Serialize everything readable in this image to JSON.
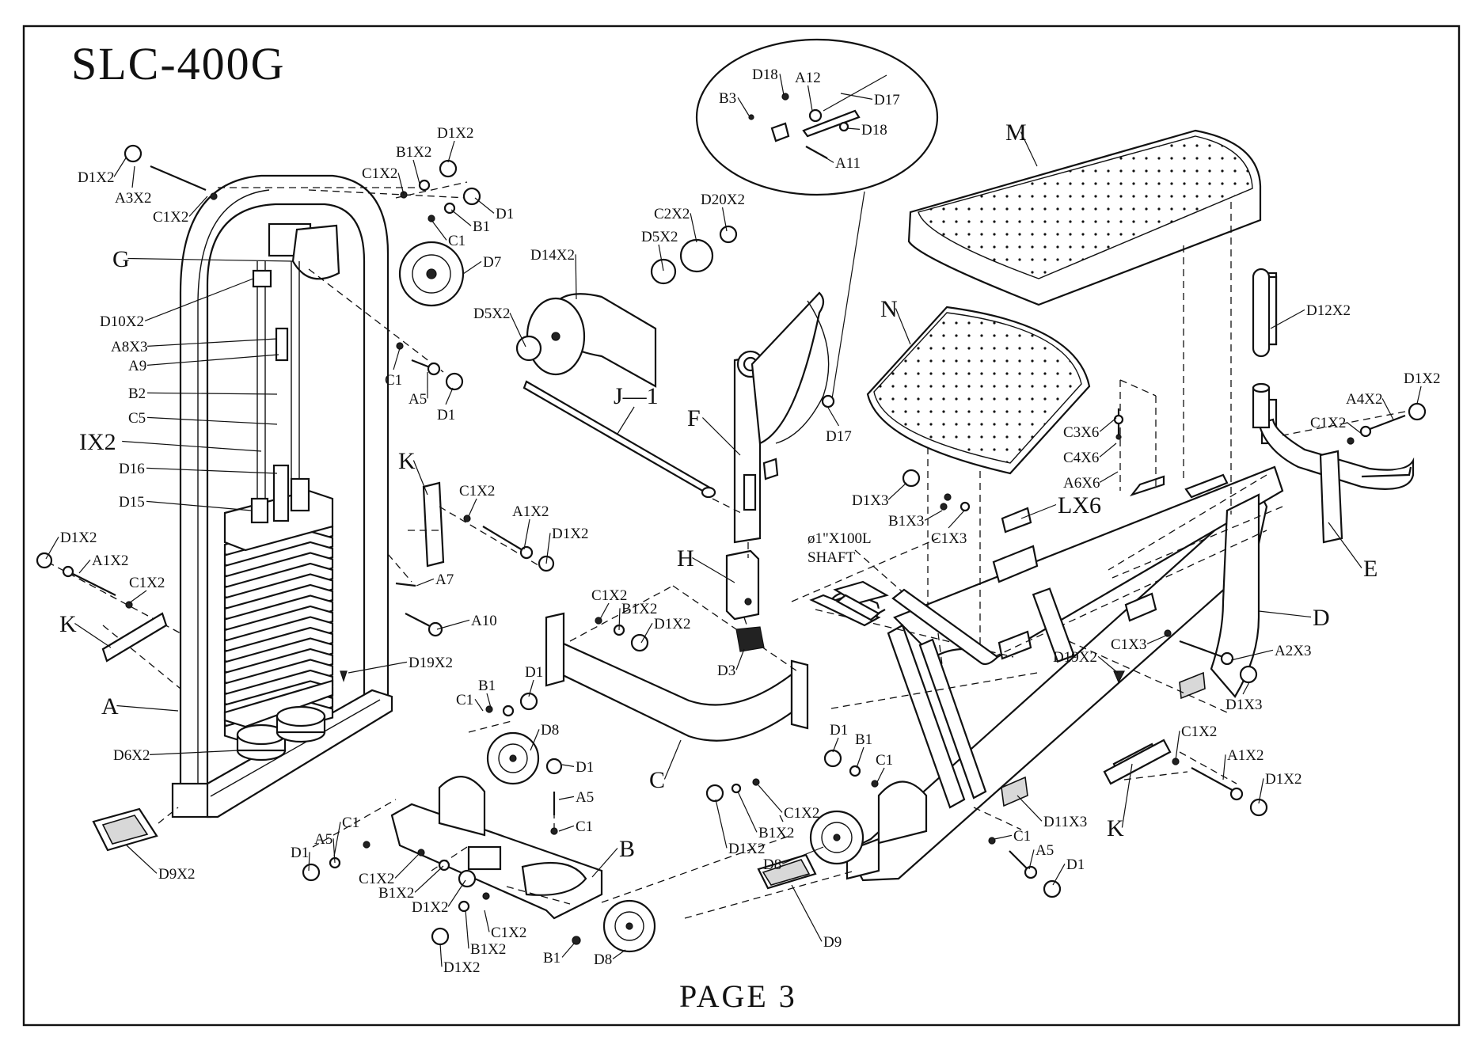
{
  "title": "SLC-400G",
  "page_label": "PAGE 3",
  "colors": {
    "ink": "#111111",
    "paper": "#ffffff"
  },
  "labels": {
    "D1X2_a": "D1X2",
    "A3X2": "A3X2",
    "C1X2_a": "C1X2",
    "C1X2_b": "C1X2",
    "B1X2_a": "B1X2",
    "D1X2_b": "D1X2",
    "D1_a": "D1",
    "B1_a": "B1",
    "C1_a": "C1",
    "G": "G",
    "D7": "D7",
    "D10X2": "D10X2",
    "A8X3": "A8X3",
    "A9": "A9",
    "B2": "B2",
    "C5": "C5",
    "IX2": "IX2",
    "D16": "D16",
    "D15": "D15",
    "C1_b": "C1",
    "A5_a": "A5",
    "D1_b": "D1",
    "D1X2_c": "D1X2",
    "A1X2_a": "A1X2",
    "C1X2_c": "C1X2",
    "K_a": "K",
    "A": "A",
    "D6X2": "D6X2",
    "D9X2": "D9X2",
    "K_b": "K",
    "C1X2_d": "C1X2",
    "A1X2_b": "A1X2",
    "D1X2_d": "D1X2",
    "A7": "A7",
    "A10": "A10",
    "D19X2_a": "D19X2",
    "D14X2": "D14X2",
    "D5X2_a": "D5X2",
    "D5X2_b": "D5X2",
    "C2X2": "C2X2",
    "D20X2": "D20X2",
    "J1": "J—1",
    "F": "F",
    "H": "H",
    "D3": "D3",
    "C1X2_e": "C1X2",
    "B1X2_b": "B1X2",
    "D1X2_e": "D1X2",
    "C": "C",
    "B1_b": "B1",
    "D1_c": "D1",
    "C1_c": "C1",
    "D8_a": "D8",
    "D1_d": "D1",
    "A5_b": "A5",
    "C1_d": "C1",
    "B": "B",
    "C1_e": "C1",
    "A5_c": "A5",
    "D1_e": "D1",
    "C1X2_f": "C1X2",
    "B1X2_c": "B1X2",
    "D1X2_f": "D1X2",
    "C1X2_g": "C1X2",
    "B1X2_d": "B1X2",
    "D1X2_g": "D1X2",
    "B1_c": "B1",
    "D8_b": "D8",
    "D18_a": "D18",
    "A12": "A12",
    "D17_a": "D17",
    "B3": "B3",
    "D18_b": "D18",
    "A11": "A11",
    "D17_b": "D17",
    "M": "M",
    "N": "N",
    "D12X2": "D12X2",
    "D1X2_h": "D1X2",
    "A4X2": "A4X2",
    "C1X2_h": "C1X2",
    "E": "E",
    "C3X6": "C3X6",
    "C4X6": "C4X6",
    "A6X6": "A6X6",
    "D1X3_a": "D1X3",
    "B1X3": "B1X3",
    "C1X3_a": "C1X3",
    "LX6": "LX6",
    "shaft1": "ø1\"X100L",
    "shaft2": "SHAFT",
    "D": "D",
    "C1X3_b": "C1X3",
    "A2X3": "A2X3",
    "D19X2_b": "D19X2",
    "D1X3_b": "D1X3",
    "D1_f": "D1",
    "B1_d": "B1",
    "C1_f": "C1",
    "D1X2_i": "D1X2",
    "B1X2_e": "B1X2",
    "C1X2_i": "C1X2",
    "D8_c": "D8",
    "D11X3": "D11X3",
    "K_c": "K",
    "C1X2_j": "C1X2",
    "A1X2_c": "A1X2",
    "D1X2_j": "D1X2",
    "C1_g": "C1",
    "A5_d": "A5",
    "D1_g": "D1",
    "D9": "D9"
  }
}
